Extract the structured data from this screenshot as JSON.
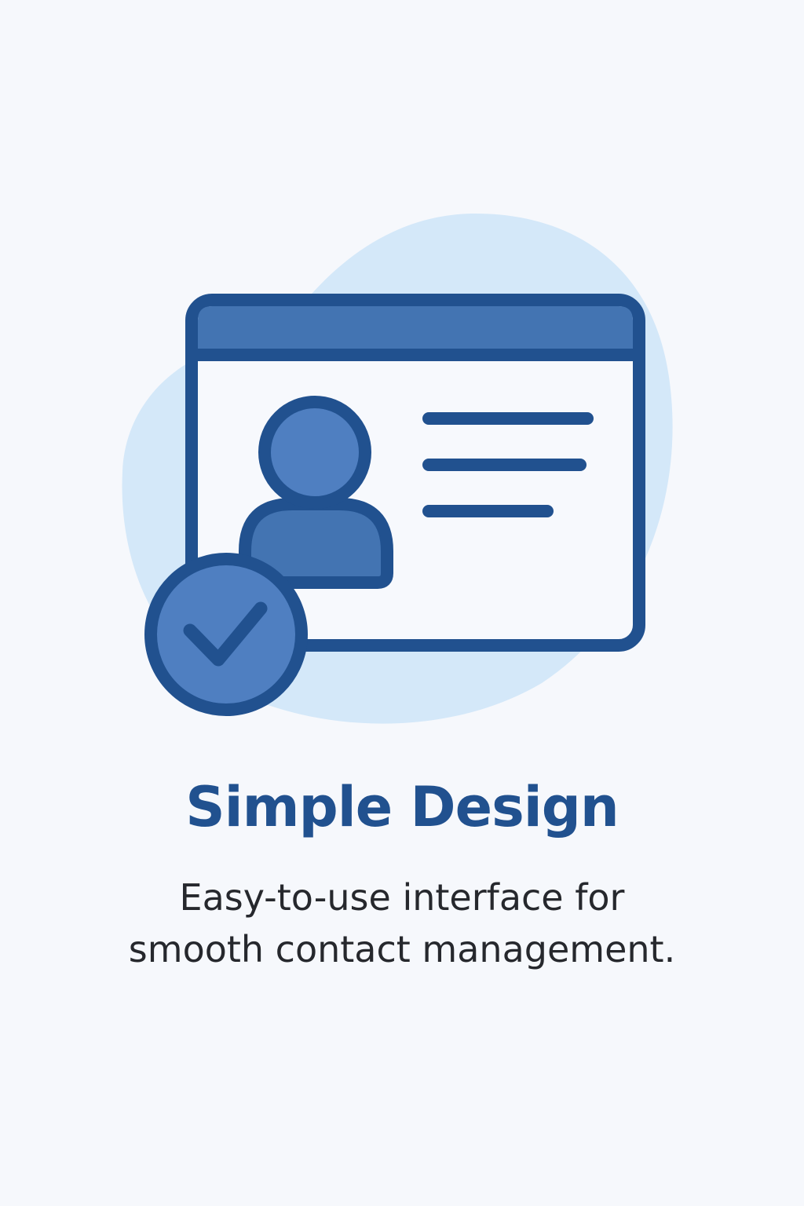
{
  "card": {
    "title": "Simple Design",
    "description_lines": [
      "Easy-to-use interface for",
      "smooth contact management."
    ]
  },
  "illustration": {
    "icons": [
      "blob-background",
      "browser-window-icon",
      "contact-avatar-icon",
      "text-lines-icon",
      "checkmark-badge-icon"
    ]
  },
  "colors": {
    "background": "#f6f8fc",
    "blob": "#d4e8f9",
    "outline": "#21518f",
    "header_fill": "#4374b2",
    "avatar_fill": "#4f7fc1",
    "title": "#21518f",
    "body_text": "#26282d"
  }
}
